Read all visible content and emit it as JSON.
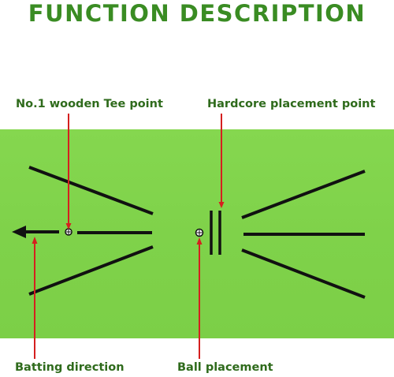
{
  "title": "FUNCTION DESCRIPTION",
  "labels": {
    "tee_point": "No.1 wooden Tee point",
    "hardcore_point": "Hardcore placement point",
    "batting_direction": "Batting direction",
    "ball_placement": "Ball placement"
  },
  "colors": {
    "title_green": "#3a8c23",
    "label_green": "#2f6b1c",
    "mat_green": "#7fd24a",
    "line_black": "#111111",
    "pointer_red": "#d51f1f"
  }
}
